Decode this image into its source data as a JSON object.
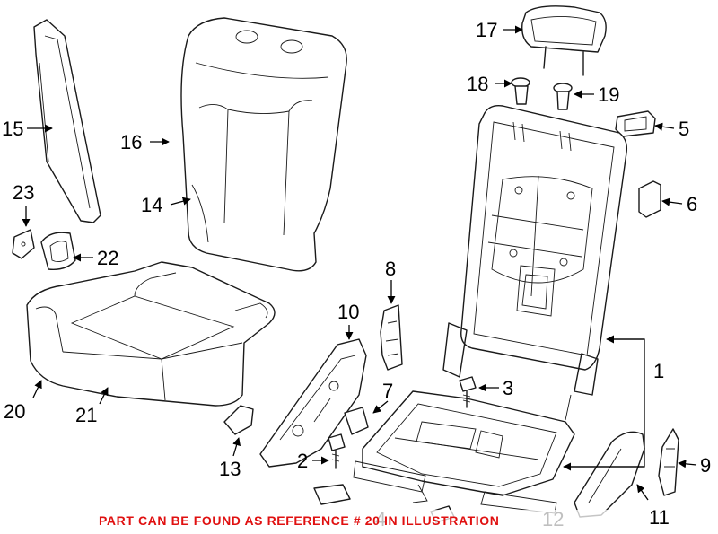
{
  "callouts": {
    "c1": "1",
    "c2": "2",
    "c3": "3",
    "c4": "4",
    "c5": "5",
    "c6": "6",
    "c7": "7",
    "c8": "8",
    "c9": "9",
    "c10": "10",
    "c11": "11",
    "c12": "12",
    "c13": "13",
    "c14": "14",
    "c15": "15",
    "c16": "16",
    "c17": "17",
    "c18": "18",
    "c19": "19",
    "c20": "20",
    "c21": "21",
    "c22": "22",
    "c23": "23"
  },
  "footnote": "PART CAN BE FOUND AS REFERENCE # 20 IN ILLUSTRATION",
  "colors": {
    "line": "#1a1a1a",
    "footnote": "#e01010",
    "background": "#ffffff"
  }
}
